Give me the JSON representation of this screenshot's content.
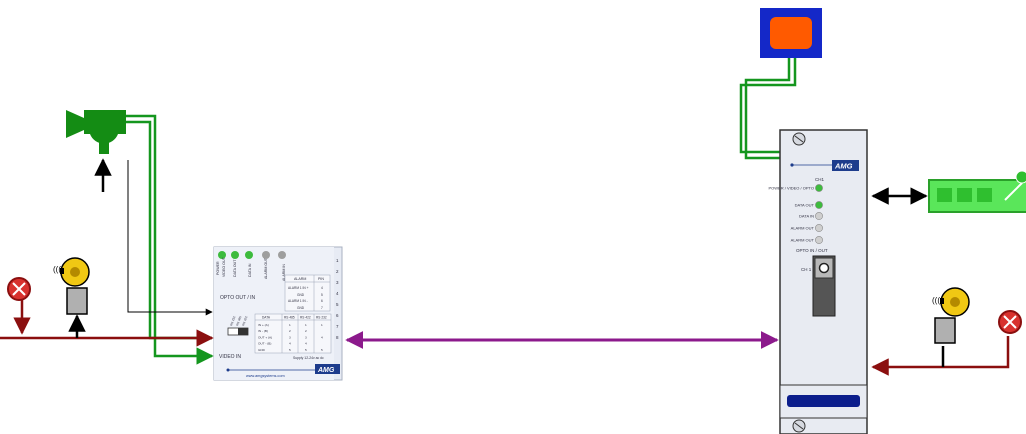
{
  "transmitter": {
    "led_labels": [
      "POWER",
      "VIDEO OUT",
      "DATA OUT",
      "DATA IN",
      "ALARM OUT",
      "ALARM IN"
    ],
    "opto_label": "OPTO OUT / IN",
    "alarm_header": "ALARM",
    "pin_header": "PIN",
    "alarm_rows": [
      {
        "name": "ALARM 1 IN +",
        "pin": "4"
      },
      {
        "name": "GND",
        "pin": "5"
      },
      {
        "name": "ALARM 1 IN -",
        "pin": "6"
      },
      {
        "name": "GND",
        "pin": "7"
      }
    ],
    "switch_labels": [
      "RS 232",
      "RS 485",
      "RS 422"
    ],
    "data_headers": [
      "DATA",
      "RS 485",
      "RS 422",
      "RS 232"
    ],
    "data_rows": [
      [
        "IN + (A)",
        "1",
        "1",
        "1"
      ],
      [
        "IN - (B)",
        "2",
        "2",
        ""
      ],
      [
        "OUT + (A)",
        "3",
        "3",
        "4"
      ],
      [
        "OUT - (B)",
        "4",
        "4",
        ""
      ],
      [
        "GND",
        "5",
        "5",
        "5"
      ]
    ],
    "pin_numbers": [
      "1",
      "2",
      "3",
      "4",
      "5",
      "6",
      "7",
      "8"
    ],
    "supply_label": "Supply 12-24v ac dc",
    "video_in_label": "VIDEO IN",
    "website": "www.amgsystems.com",
    "logo": "AMG"
  },
  "receiver": {
    "logo": "AMG",
    "ch_label": "CH1",
    "leds": [
      {
        "label": "POWER / VIDEO / OPTO",
        "color": "#3dbb3d"
      },
      {
        "label": "DATA OUT",
        "color": "#3dbb3d"
      },
      {
        "label": "DATA IN",
        "color": "#cfcfcf"
      },
      {
        "label": "ALARM OUT",
        "color": "#cfcfcf"
      },
      {
        "label": "ALARM OUT",
        "color": "#cfcfcf"
      }
    ],
    "opto_label": "OPTO IN / OUT",
    "ch1_label": "CH 1"
  },
  "colors": {
    "video": "#14961e",
    "fibre": "#8c1a8c",
    "alarm": "#8b0f0f",
    "data": "#000000",
    "camera": "#148c14",
    "monitor_frame": "#1428c8",
    "monitor_screen": "#ff5a00",
    "keypad": "#5ae65a",
    "bell": "#f0c814"
  }
}
